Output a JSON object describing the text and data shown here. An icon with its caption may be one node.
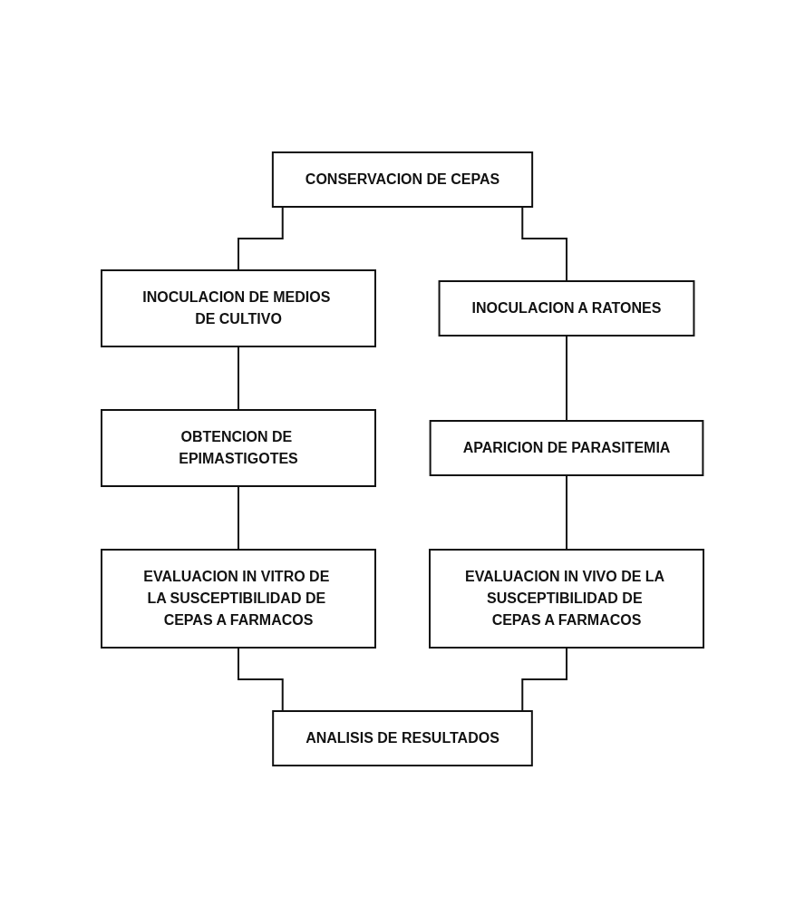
{
  "diagram": {
    "nodes": [
      {
        "text": [
          "CONSERVACION DE CEPAS"
        ]
      },
      {
        "text": [
          "INOCULACION DE MEDIOS DE CULTIVO"
        ]
      },
      {
        "text": [
          "INOCULACION A RATONES"
        ]
      },
      {
        "text": [
          "OBTENCION DE EPIMASTIGOTES"
        ]
      },
      {
        "text": [
          "APARICION DE PARASITEMIA"
        ]
      },
      {
        "text": [
          "EVALUACION IN VITRO DE LA SUSCEPTIBILIDAD DE CEPAS A FARMACOS"
        ]
      },
      {
        "text": [
          "EVALUACION IN VIVO DE LA SUSCEPTIBILIDAD DE CEPAS A FARMACOS"
        ]
      },
      {
        "text": [
          "ANALISIS DE RESULTADOS"
        ]
      }
    ],
    "edges": [
      {
        "from": 0,
        "to": 1,
        "arrow": "none"
      },
      {
        "from": 0,
        "to": 2,
        "arrow": "none"
      },
      {
        "from": 1,
        "to": 3,
        "arrow": "none"
      },
      {
        "from": 2,
        "to": 4,
        "arrow": "none"
      },
      {
        "from": 3,
        "to": 5,
        "arrow": "none"
      },
      {
        "from": 4,
        "to": 6,
        "arrow": "none"
      },
      {
        "from": 5,
        "to": 7,
        "arrow": "none"
      },
      {
        "from": 6,
        "to": 7,
        "arrow": "none"
      }
    ]
  }
}
